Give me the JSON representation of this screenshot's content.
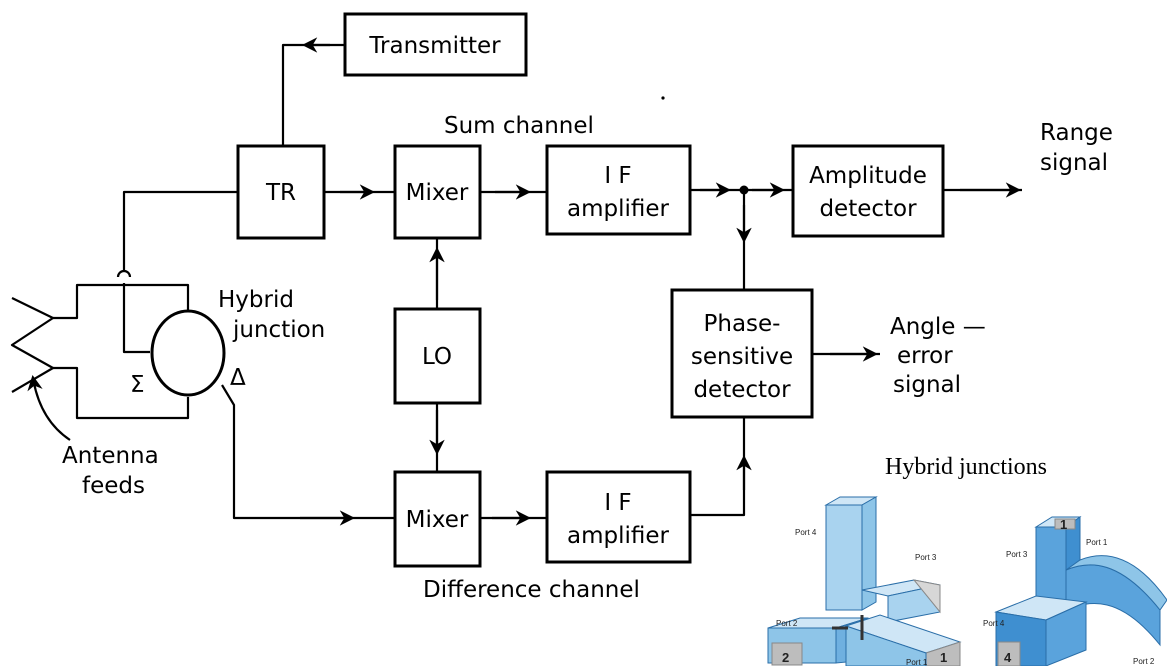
{
  "blocks": {
    "transmitter": "Transmitter",
    "tr": "TR",
    "mixer_sum": "Mixer",
    "mixer_diff": "Mixer",
    "if_sum": [
      "I F",
      "amplifier"
    ],
    "if_diff": [
      "I F",
      "amplifier"
    ],
    "lo": "LO",
    "amp_detector": [
      "Amplitude",
      "detector"
    ],
    "phase_detector": [
      "Phase-",
      "sensitive",
      "detector"
    ]
  },
  "labels": {
    "sum_channel": "Sum channel",
    "difference_channel": "Difference channel",
    "range_signal": [
      "Range",
      "signal"
    ],
    "angle_error": [
      "Angle —",
      "error",
      "signal"
    ],
    "hybrid_junction": [
      "Hybrid",
      "junction"
    ],
    "sigma": "Σ",
    "delta": "Δ",
    "antenna_feeds": [
      "Antenna",
      "feeds"
    ]
  },
  "inset": {
    "caption": "Hybrid junctions",
    "left": {
      "ports": [
        "Port 4",
        "Port 3",
        "Port 2",
        "Port 1"
      ],
      "face_numbers": [
        "2",
        "1"
      ]
    },
    "right": {
      "ports": [
        "Port 3",
        "Port 1",
        "Port 4",
        "Port 2"
      ],
      "face_numbers": [
        "4",
        "1"
      ]
    }
  },
  "colors": {
    "inset_fill": "#8ec5e8",
    "inset_fill_dark": "#3f8fd0",
    "inset_edge": "#2a6ea8"
  }
}
